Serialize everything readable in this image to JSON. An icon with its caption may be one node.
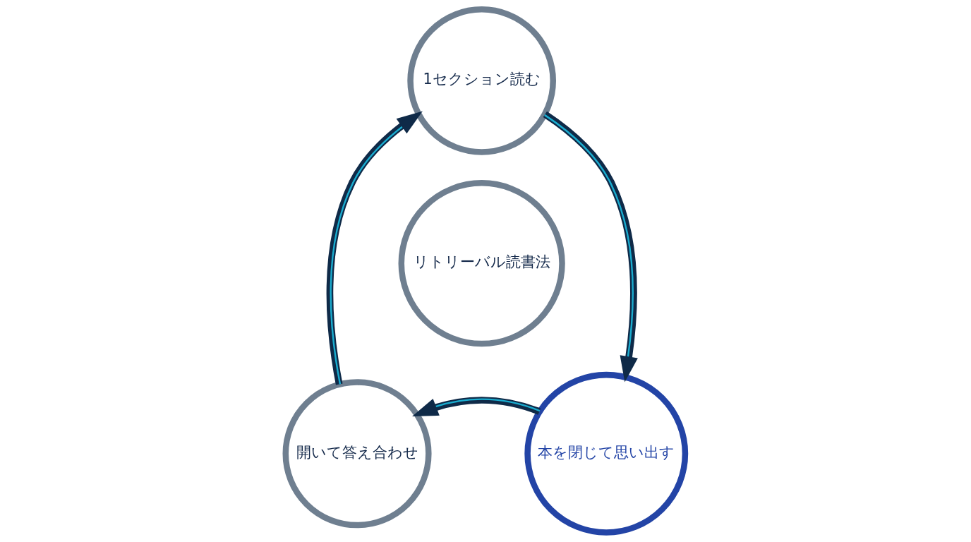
{
  "diagram": {
    "nodes": [
      {
        "text": [
          "1セクション読む"
        ]
      },
      {
        "text": [
          "リトリーバル読書法"
        ]
      },
      {
        "text": [
          "開いて答え合わせ"
        ]
      },
      {
        "text": [
          "本を閉じて思い出す"
        ]
      }
    ],
    "edges": [
      {
        "from": 0,
        "to": 3,
        "arrow": "to"
      },
      {
        "from": 3,
        "to": 2,
        "arrow": "to"
      },
      {
        "from": 2,
        "to": 0,
        "arrow": "to"
      }
    ]
  }
}
